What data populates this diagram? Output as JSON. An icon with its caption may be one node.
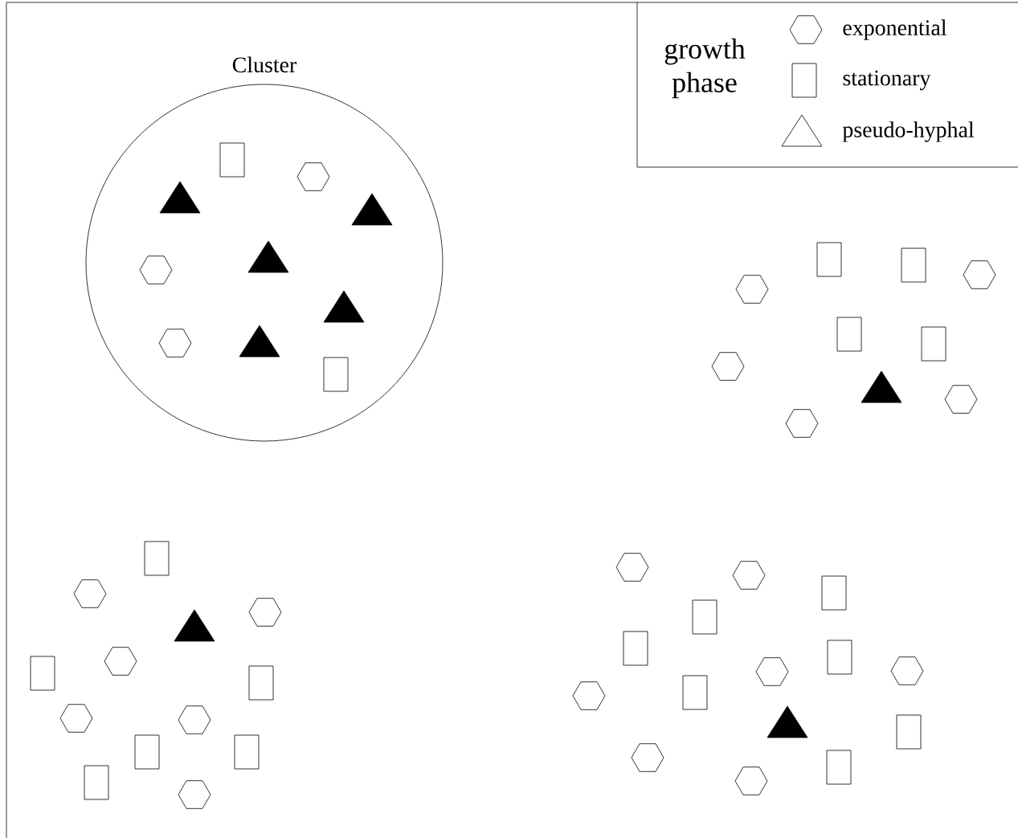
{
  "diagram": {
    "nodes": [
      {
        "text": [
          "Cluster"
        ]
      }
    ],
    "edges": [],
    "labels": [
      "growth phase"
    ],
    "legend": [
      {
        "text": "exponential"
      },
      {
        "text": "stationary"
      },
      {
        "text": "pseudo-hyphal"
      }
    ]
  }
}
